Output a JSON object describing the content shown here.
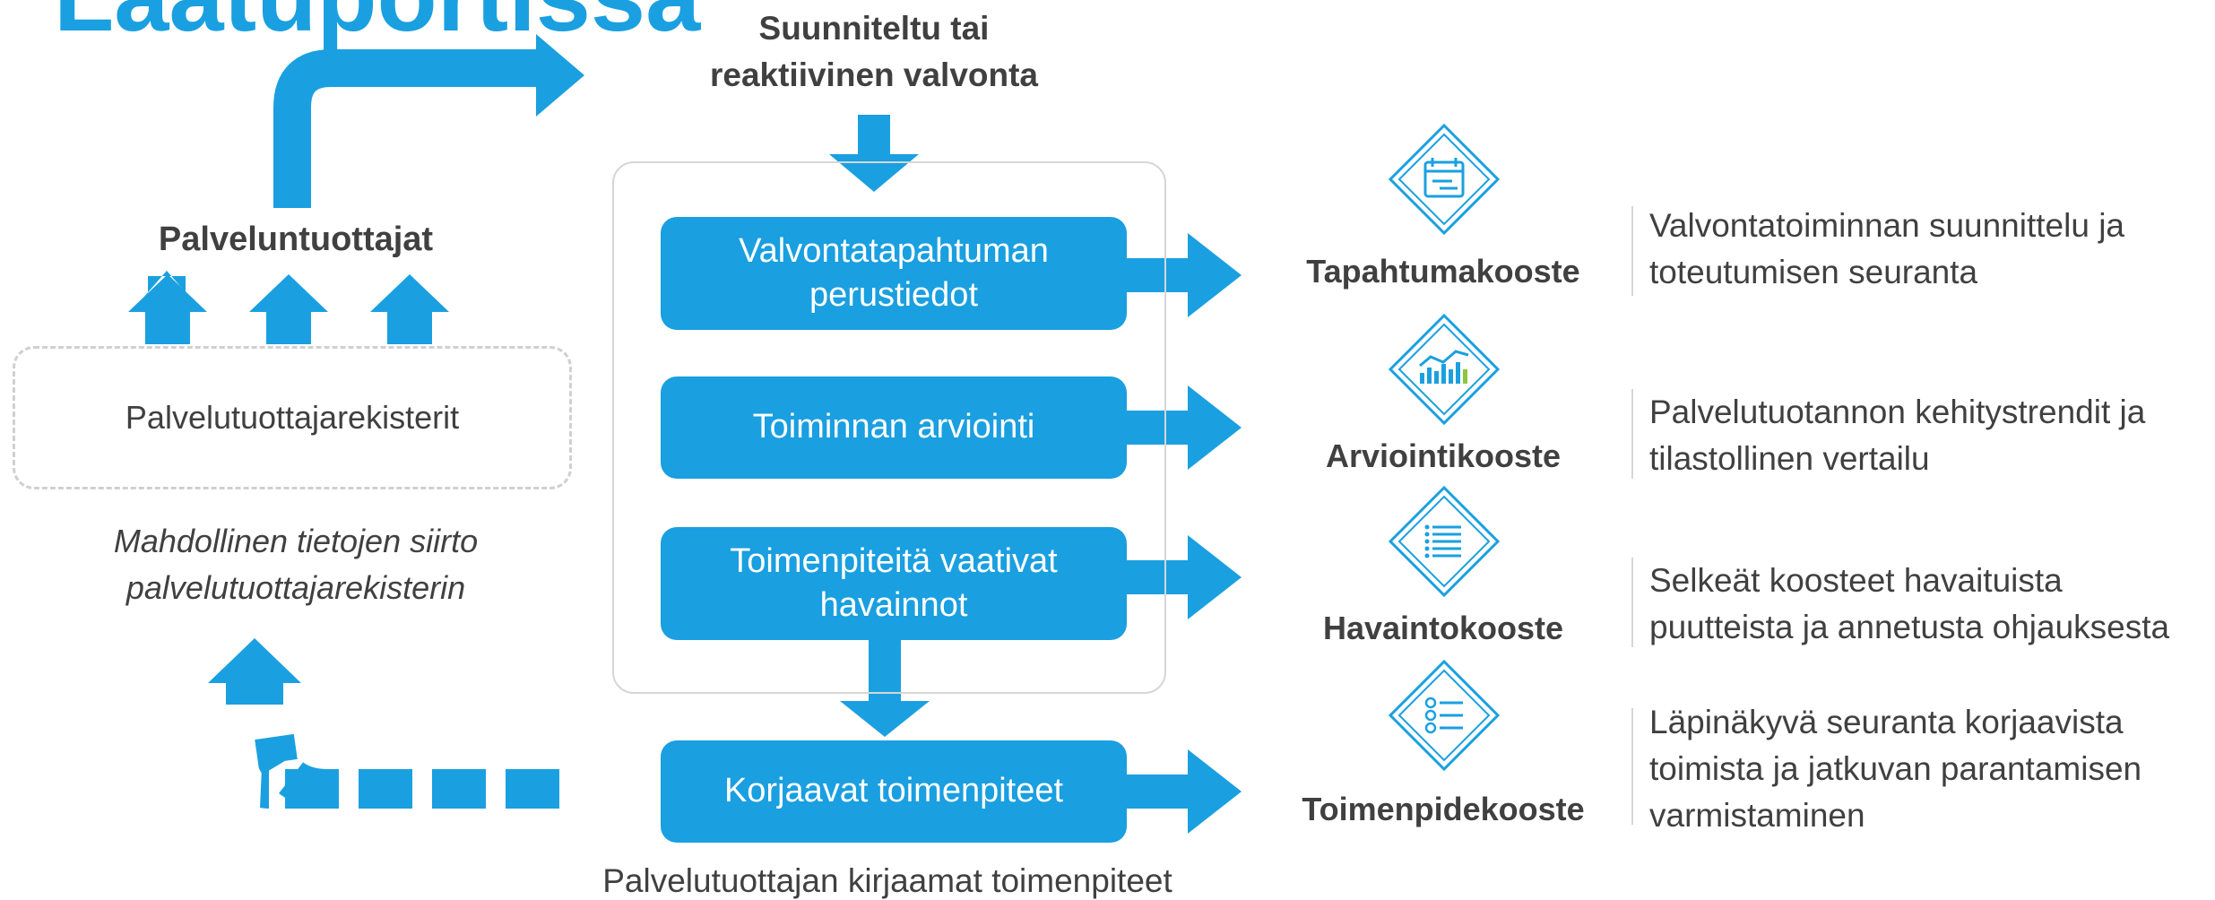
{
  "title": "Laatuportissa",
  "colors": {
    "accent": "#1aa0e0",
    "box": "#1a9fe0",
    "text": "#404040",
    "border": "#d6d6d6"
  },
  "left": {
    "providers_label": "Palveluntuottajat",
    "registers_label": "Palvelutuottajarekisterit",
    "transfer_note_line1": "Mahdollinen tietojen siirto",
    "transfer_note_line2": "palvelutuottajarekisterin"
  },
  "top": {
    "monitoring_line1": "Suunniteltu tai",
    "monitoring_line2": "reaktiivinen valvonta"
  },
  "process_boxes": [
    {
      "line1": "Valvontatapahtuman",
      "line2": "perustiedot"
    },
    {
      "line1": "Toiminnan arviointi",
      "line2": ""
    },
    {
      "line1": "Toimenpiteitä vaativat",
      "line2": "havainnot"
    },
    {
      "line1": "Korjaavat toimenpiteet",
      "line2": ""
    }
  ],
  "bottom_note": "Palvelutuottajan kirjaamat toimenpiteet",
  "summaries": [
    {
      "icon": "calendar-icon",
      "label": "Tapahtumakooste",
      "desc_line1": "Valvontatoiminnan suunnittelu ja",
      "desc_line2": "toteutumisen seuranta",
      "desc_line3": ""
    },
    {
      "icon": "bar-chart-icon",
      "label": "Arviointikooste",
      "desc_line1": "Palvelutuotannon kehitystrendit ja",
      "desc_line2": "tilastollinen vertailu",
      "desc_line3": ""
    },
    {
      "icon": "list-icon",
      "label": "Havaintokooste",
      "desc_line1": "Selkeät koosteet havaituista",
      "desc_line2": "puutteista ja annetusta ohjauksesta",
      "desc_line3": ""
    },
    {
      "icon": "checklist-icon",
      "label": "Toimenpidekooste",
      "desc_line1": "Läpinäkyvä seuranta korjaavista",
      "desc_line2": "toimista ja jatkuvan parantamisen",
      "desc_line3": "varmistaminen"
    }
  ]
}
